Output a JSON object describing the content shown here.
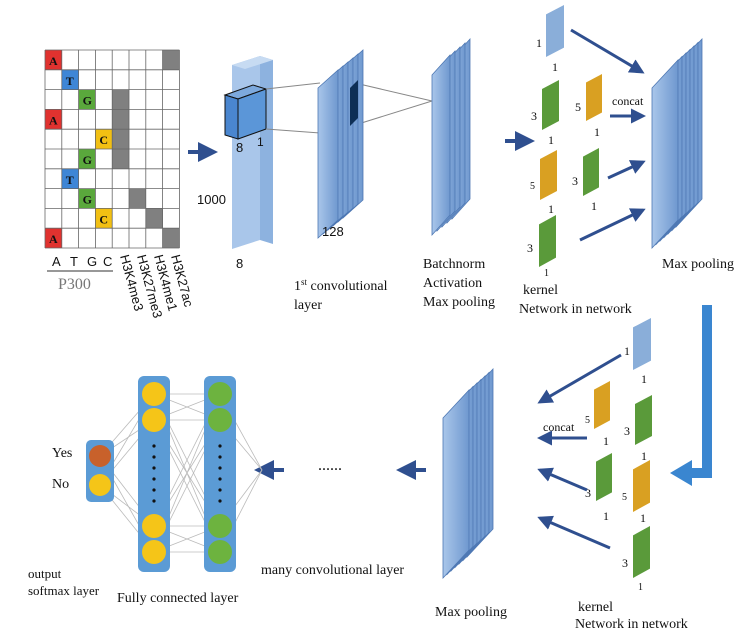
{
  "input_matrix": {
    "rows": [
      {
        "base": "A",
        "color": "#e0322f",
        "col": 0,
        "marks": [
          3
        ]
      },
      {
        "base": "T",
        "color": "#3e86d6",
        "col": 1,
        "marks": []
      },
      {
        "base": "G",
        "color": "#5aa83c",
        "col": 2,
        "marks": [
          0
        ]
      },
      {
        "base": "A",
        "color": "#e0322f",
        "col": 0,
        "marks": [
          0
        ]
      },
      {
        "base": "C",
        "color": "#f2c013",
        "col": 3,
        "marks": [
          0
        ]
      },
      {
        "base": "G",
        "color": "#5aa83c",
        "col": 2,
        "marks": [
          0
        ]
      },
      {
        "base": "T",
        "color": "#3e86d6",
        "col": 1,
        "marks": []
      },
      {
        "base": "G",
        "color": "#5aa83c",
        "col": 2,
        "marks": [
          1
        ]
      },
      {
        "base": "C",
        "color": "#f2c013",
        "col": 3,
        "marks": [
          2
        ]
      },
      {
        "base": "A",
        "color": "#e0322f",
        "col": 0,
        "marks": [
          3
        ]
      }
    ],
    "base_labels": [
      "A",
      "T",
      "G",
      "C"
    ],
    "track_labels": [
      "H3K4me3",
      "H3K27me3",
      "H3K4me1",
      "H3K27ac"
    ],
    "dataset_label": "P300"
  },
  "input_block": {
    "height_label": "1000",
    "width_label": "8",
    "kernel_width": "8",
    "kernel_depth": "1"
  },
  "conv1": {
    "count": "128",
    "caption_sup": "st",
    "caption_num": "1",
    "caption_line1": "convolutional",
    "caption_line2": "layer"
  },
  "bn": {
    "line1": "Batchnorm",
    "line2": "Activation",
    "line3": "Max pooling"
  },
  "nin_top": {
    "labels": {
      "a1": "1",
      "a1b": "1",
      "b1": "3",
      "b1b": "1",
      "b2": "5",
      "b2b": "1",
      "c1": "5",
      "c1b": "1",
      "c2": "3",
      "c2b": "1",
      "d1": "3",
      "d1b": "1"
    },
    "concat": "concat",
    "caption1": "kernel",
    "caption2": "Network in network",
    "pool": "Max pooling"
  },
  "nin_bottom": {
    "labels": {
      "a1": "1",
      "a1b": "1",
      "b1": "5",
      "b1b": "1",
      "b2": "3",
      "b2b": "1",
      "c1": "3",
      "c1b": "1",
      "c2": "5",
      "c2b": "1",
      "d1": "3",
      "d1b": "1"
    },
    "concat": "concat",
    "caption1": "kernel",
    "caption2": "Network in network",
    "pool": "Max pooling"
  },
  "middle": {
    "ellipsis": "......",
    "caption": "many convolutional layer"
  },
  "output": {
    "yes": "Yes",
    "no": "No",
    "caption1": "output",
    "caption2": "softmax layer",
    "fc_caption": "Fully connected layer"
  },
  "colors": {
    "layer": "#7fa6d6",
    "layer_edge": "#4d77b3",
    "arrow": "#2f4f8f",
    "bigarrow": "#3a86d0",
    "green": "#5a9a3a",
    "orange": "#d9a022",
    "blue": "#7ea3d4",
    "node_yellow": "#f5c518",
    "node_green": "#6db33f",
    "node_red": "#c8612b",
    "fc_bar": "#5b9bd5"
  }
}
